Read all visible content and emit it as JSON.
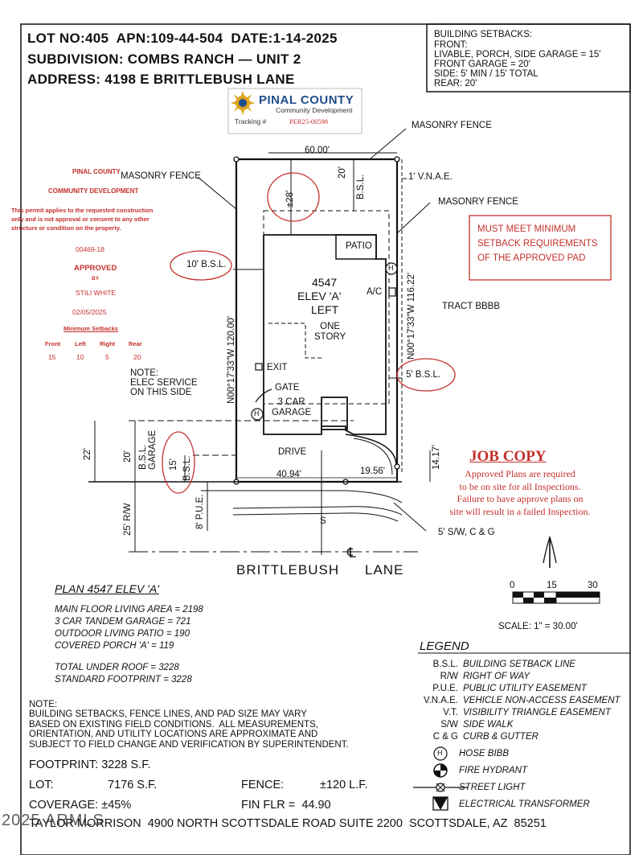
{
  "header": {
    "line1": "LOT NO:405  APN:109-44-504  DATE:1-14-2025",
    "line2": "SUBDIVISION: COMBS RANCH — UNIT 2",
    "line3": "ADDRESS: 4198 E BRITTLEBUSH LANE"
  },
  "setbacks_box": {
    "title": "BUILDING SETBACKS:",
    "front": "FRONT:",
    "livable": "LIVABLE, PORCH, SIDE GARAGE = 15'",
    "front_garage": "FRONT GARAGE = 20'",
    "side": "SIDE: 5' MIN / 15' TOTAL",
    "rear": "REAR: 20'"
  },
  "pinal_logo": {
    "name": "PINAL COUNTY",
    "subtitle": "Community Development",
    "tracking_label": "Tracking #",
    "tracking_number": "PER25-00598"
  },
  "permit_stamp": {
    "line1": "PINAL COUNTY",
    "line2": "COMMUNITY DEVELOPMENT",
    "disclaimer": "This permit applies to the requested construction\nonly and is not approval or consent to any other\nstructure or condition on the property.",
    "number": "00469-18",
    "status": "APPROVED",
    "by": "BY",
    "approver": "STILI WHITE",
    "date": "02/05/2025",
    "min_setbacks_title": "Minimum Setbacks",
    "min_setback_headers": [
      "Front",
      "Left",
      "Right",
      "Rear"
    ],
    "min_setback_values": [
      "15",
      "10",
      "5",
      "20"
    ]
  },
  "red_notice": "MUST MEET MINIMUM\nSETBACK REQUIREMENTS\nOF THE APPROVED PAD",
  "job_copy": {
    "title": "JOB COPY",
    "text": "Approved Plans are required\nto be on site for all Inspections.\nFailure to have approve plans on\nsite will result in a failed Inspection."
  },
  "plot_labels": {
    "masonry_fence_top": "MASONRY FENCE",
    "masonry_fence_left": "MASONRY FENCE",
    "masonry_fence_right": "MASONRY FENCE",
    "dim_top": "60.00'",
    "vnae": "1' V.N.A.E.",
    "bsl_20_rear_num": "20'",
    "bsl_20_rear": "B.S.L.",
    "rear_28": "±28'",
    "patio": "PATIO",
    "left_10_bsl": "10' B.S.L.",
    "plan_number": "4547",
    "elev": "ELEV 'A'",
    "left": "LEFT",
    "one_story": "ONE\nSTORY",
    "ac": "A/C",
    "tract": "TRACT BBBB",
    "left_bearing": "N00°17'33\"W 120.00'",
    "right_bearing": "N00°17'33\"W 116.22'",
    "exit": "EXIT",
    "note_elec": "NOTE:\nELEC SERVICE\nON THIS SIDE",
    "gate": "GATE",
    "garage": "3 CAR\nGARAGE",
    "right_5_bsl": "5' B.S.L.",
    "drive": "DRIVE",
    "dim_22": "22'",
    "garage_20": "20'",
    "garage_bsl": "B.S.L.\nGARAGE",
    "bsl_15": "15'",
    "bsl_15_label": "B.S.L.",
    "dim_4094": "40.94'",
    "dim_1956": "19.56'",
    "dim_1417": "14.17'",
    "rw_25": "25' R/W",
    "pue_8": "8' P.U.E.",
    "sw": "5' S/W, C & G",
    "street_s": "S",
    "street_name_1": "BRITTLEBUSH",
    "centerline": "℄",
    "street_name_2": "LANE",
    "hose_bibb_symbol": "H"
  },
  "scale": {
    "ticks": [
      "0",
      "15",
      "30"
    ],
    "caption": "SCALE: 1\" = 30.00'"
  },
  "plan_summary": {
    "title": "PLAN 4547 ELEV 'A'",
    "lines": [
      "MAIN FLOOR LIVING AREA = 2198",
      "3 CAR TANDEM GARAGE = 721",
      "OUTDOOR LIVING PATIO = 190",
      "COVERED PORCH 'A' = 119"
    ],
    "totals": [
      "TOTAL UNDER ROOF = 3228",
      "STANDARD FOOTPRINT = 3228"
    ]
  },
  "note": {
    "title": "NOTE:",
    "text": "BUILDING SETBACKS, FENCE LINES, AND PAD SIZE MAY VARY\nBASED ON EXISTING FIELD CONDITIONS.  ALL MEASUREMENTS,\nORIENTATION, AND UTILITY LOCATIONS ARE APPROXIMATE AND\nSUBJECT TO FIELD CHANGE AND VERIFICATION BY SUPERINTENDENT."
  },
  "totals": {
    "footprint": "FOOTPRINT: 3228 S.F.",
    "lot_label": "LOT:",
    "lot_value": "7176 S.F.",
    "fence_label": "FENCE:",
    "fence_value": "±120 L.F.",
    "coverage": "COVERAGE: ±45%",
    "fin_flr": "FIN FLR =  44.90"
  },
  "legend": {
    "title": "LEGEND",
    "items": [
      {
        "key": "B.S.L.",
        "desc": "BUILDING SETBACK LINE"
      },
      {
        "key": "R/W",
        "desc": "RIGHT OF WAY"
      },
      {
        "key": "P.U.E.",
        "desc": "PUBLIC UTILITY EASEMENT"
      },
      {
        "key": "V.N.A.E.",
        "desc": "VEHICLE NON-ACCESS EASEMENT"
      },
      {
        "key": "V.T.",
        "desc": "VISIBILITY TRIANGLE EASEMENT"
      },
      {
        "key": "S/W",
        "desc": "SIDE WALK"
      },
      {
        "key": "C & G",
        "desc": "CURB & GUTTER"
      }
    ],
    "symbols": [
      {
        "icon": "hose-bibb-icon",
        "desc": "HOSE BIBB"
      },
      {
        "icon": "fire-hydrant-icon",
        "desc": "FIRE HYDRANT"
      },
      {
        "icon": "street-light-icon",
        "desc": "STREET LIGHT"
      },
      {
        "icon": "electrical-transformer-icon",
        "desc": "ELECTRICAL TRANSFORMER"
      }
    ]
  },
  "footer": {
    "company_address": "TAYLOR MORRISON  4900 NORTH SCOTTSDALE ROAD SUITE 2200  SCOTTSDALE, AZ  85251",
    "watermark": "2025 ARMLS"
  },
  "colors": {
    "stamp_red": "#c4302b",
    "line": "#111111",
    "logo_blue": "#1f4e8c",
    "logo_gold": "#e0a21a"
  }
}
